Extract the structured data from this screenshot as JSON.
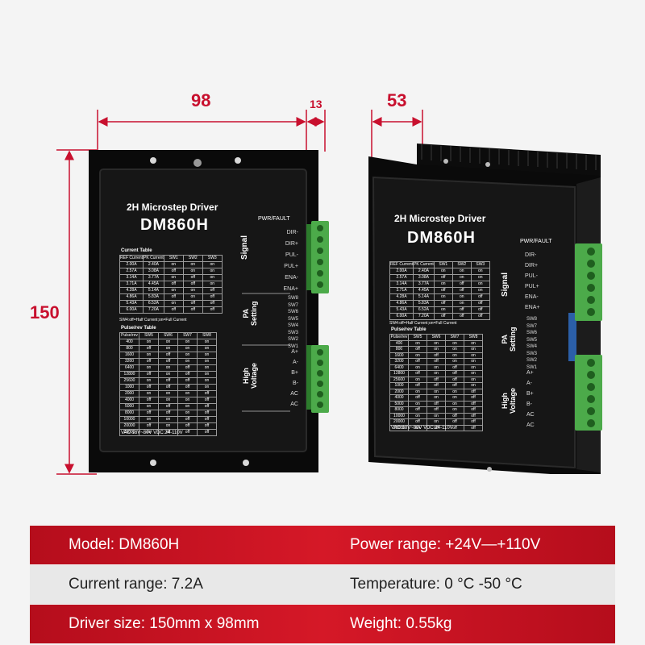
{
  "dimensions": {
    "width_label": "98",
    "flange_label": "13",
    "height_label": "150",
    "depth_label": "53"
  },
  "front_panel": {
    "title": "2H Microstep Driver",
    "model": "DM860H",
    "pwr_fault": "PWR/FAULT",
    "signal_section": "Signal",
    "signal_pins": [
      "DIR-",
      "DIR+",
      "PUL-",
      "PUL+",
      "ENA-",
      "ENA+"
    ],
    "setting_section": [
      "PA",
      "Setting"
    ],
    "switch_labels": [
      "SW8",
      "SW7",
      "SW6",
      "SW5",
      "SW4",
      "SW3",
      "SW2",
      "SW1"
    ],
    "voltage_section": [
      "High",
      "Voltage"
    ],
    "power_pins": [
      "A+",
      "A-",
      "B+",
      "B-",
      "AC",
      "AC"
    ],
    "current_table": {
      "title": "Current Table",
      "headers": [
        "REF Current",
        "PK Current",
        "SW1",
        "SW2",
        "SW3"
      ],
      "rows": [
        [
          "2.00A",
          "2.40A",
          "on",
          "on",
          "on"
        ],
        [
          "2.57A",
          "3.08A",
          "off",
          "on",
          "on"
        ],
        [
          "3.14A",
          "3.77A",
          "on",
          "off",
          "on"
        ],
        [
          "3.71A",
          "4.45A",
          "off",
          "off",
          "on"
        ],
        [
          "4.28A",
          "5.14A",
          "on",
          "on",
          "off"
        ],
        [
          "4.86A",
          "5.83A",
          "off",
          "on",
          "off"
        ],
        [
          "5.43A",
          "6.52A",
          "on",
          "off",
          "off"
        ],
        [
          "6.00A",
          "7.20A",
          "off",
          "off",
          "off"
        ]
      ]
    },
    "sw4_note": "SW4:off=Half Current;on=Full Current",
    "pulse_table": {
      "title": "Pulse/rev Table",
      "headers": [
        "Pulse/rev",
        "SW5",
        "SW6",
        "SW7",
        "SW8"
      ],
      "rows": [
        [
          "400",
          "on",
          "on",
          "on",
          "on"
        ],
        [
          "800",
          "off",
          "on",
          "on",
          "on"
        ],
        [
          "1600",
          "on",
          "off",
          "on",
          "on"
        ],
        [
          "3200",
          "off",
          "off",
          "on",
          "on"
        ],
        [
          "6400",
          "on",
          "on",
          "off",
          "on"
        ],
        [
          "12800",
          "off",
          "on",
          "off",
          "on"
        ],
        [
          "25600",
          "on",
          "off",
          "off",
          "on"
        ],
        [
          "1000",
          "off",
          "off",
          "off",
          "on"
        ],
        [
          "2000",
          "on",
          "on",
          "on",
          "off"
        ],
        [
          "4000",
          "off",
          "on",
          "on",
          "off"
        ],
        [
          "5000",
          "on",
          "off",
          "on",
          "off"
        ],
        [
          "8000",
          "off",
          "off",
          "on",
          "off"
        ],
        [
          "10000",
          "on",
          "on",
          "off",
          "off"
        ],
        [
          "20000",
          "off",
          "on",
          "off",
          "off"
        ],
        [
          "25000",
          "on",
          "off",
          "off",
          "off"
        ]
      ]
    },
    "voltage_note": "VAC:18V~80V  VDC:24-110V"
  },
  "specs": [
    {
      "left": "Model: DM860H",
      "right": "Power range: +24V—+110V"
    },
    {
      "left": "Current range: 7.2A",
      "right": "Temperature: 0 °C -50 °C"
    },
    {
      "left": "Driver size: 150mm x 98mm",
      "right": "Weight: 0.55kg"
    }
  ],
  "colors": {
    "accent_red": "#c8102e",
    "device_body": "#141414",
    "terminal_green": "#4caa4a"
  }
}
